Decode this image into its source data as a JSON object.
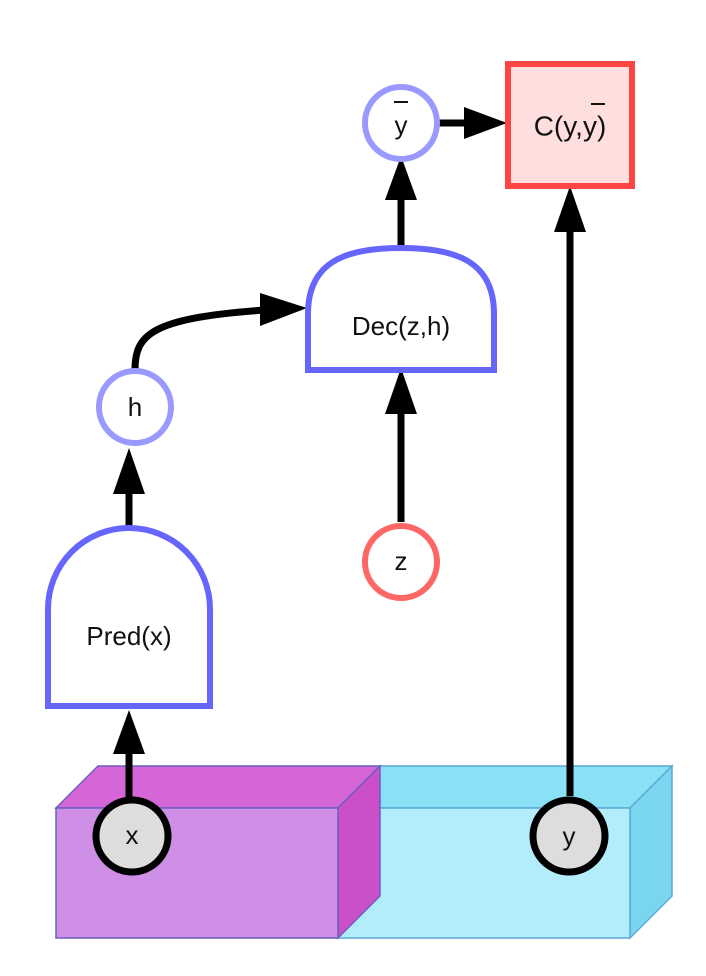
{
  "nodes": {
    "x": {
      "label": "x"
    },
    "y": {
      "label": "y"
    },
    "h": {
      "label": "h"
    },
    "z": {
      "label": "z"
    },
    "ybar": {
      "label": "y"
    },
    "pred": {
      "label": "Pred(x)"
    },
    "dec": {
      "label": "Dec(z,h)"
    },
    "cost": {
      "label": "C(y,y)"
    }
  },
  "colors": {
    "module_stroke": "#6666ff",
    "hidden_stroke": "#9999ff",
    "latent_stroke": "#ff6666",
    "cost_stroke": "#ff4444",
    "cost_fill": "#ffdede",
    "observed_fill": "#dddddd",
    "x_block_front": "#cf8fe6",
    "x_block_top": "#d466d8",
    "x_block_side": "#cc4fca",
    "y_block_front": "#b3ecfa",
    "y_block_top": "#8ae0f5",
    "y_block_side": "#7ad6ee",
    "arrow": "#000000"
  }
}
